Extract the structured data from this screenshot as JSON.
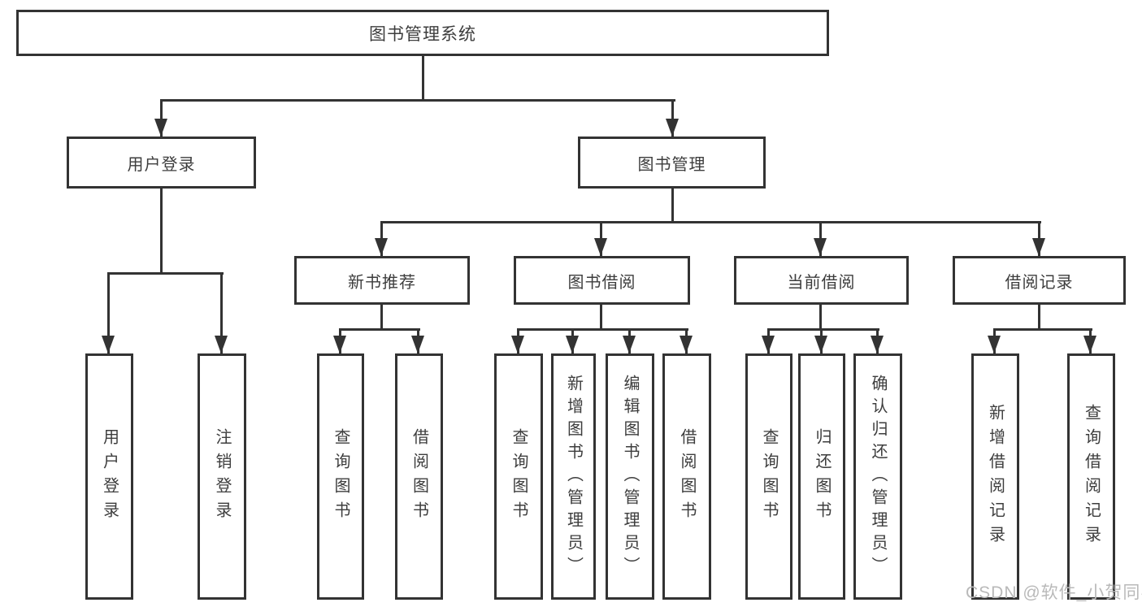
{
  "diagram_type": "hierarchy-tree",
  "watermark": {
    "text": "CSDN @软件_小贺同学"
  },
  "colors": {
    "line": "#333333",
    "text": "#3d3d3d",
    "box_bg": "#ffffff",
    "watermark": "#b9b9b9",
    "background": "#ffffff"
  },
  "tree": {
    "root": {
      "label": "图书管理系统",
      "children": [
        {
          "label": "用户登录",
          "children": [
            {
              "label": "用户登录"
            },
            {
              "label": "注销登录"
            }
          ]
        },
        {
          "label": "图书管理",
          "children": [
            {
              "label": "新书推荐",
              "children": [
                {
                  "label": "查询图书"
                },
                {
                  "label": "借阅图书"
                }
              ]
            },
            {
              "label": "图书借阅",
              "children": [
                {
                  "label": "查询图书"
                },
                {
                  "label": "新增图书（管理员）"
                },
                {
                  "label": "编辑图书（管理员）"
                },
                {
                  "label": "借阅图书"
                }
              ]
            },
            {
              "label": "当前借阅",
              "children": [
                {
                  "label": "查询图书"
                },
                {
                  "label": "归还图书"
                },
                {
                  "label": "确认归还（管理员）"
                }
              ]
            },
            {
              "label": "借阅记录",
              "children": [
                {
                  "label": "新增借阅记录"
                },
                {
                  "label": "查询借阅记录"
                }
              ]
            }
          ]
        }
      ]
    }
  }
}
